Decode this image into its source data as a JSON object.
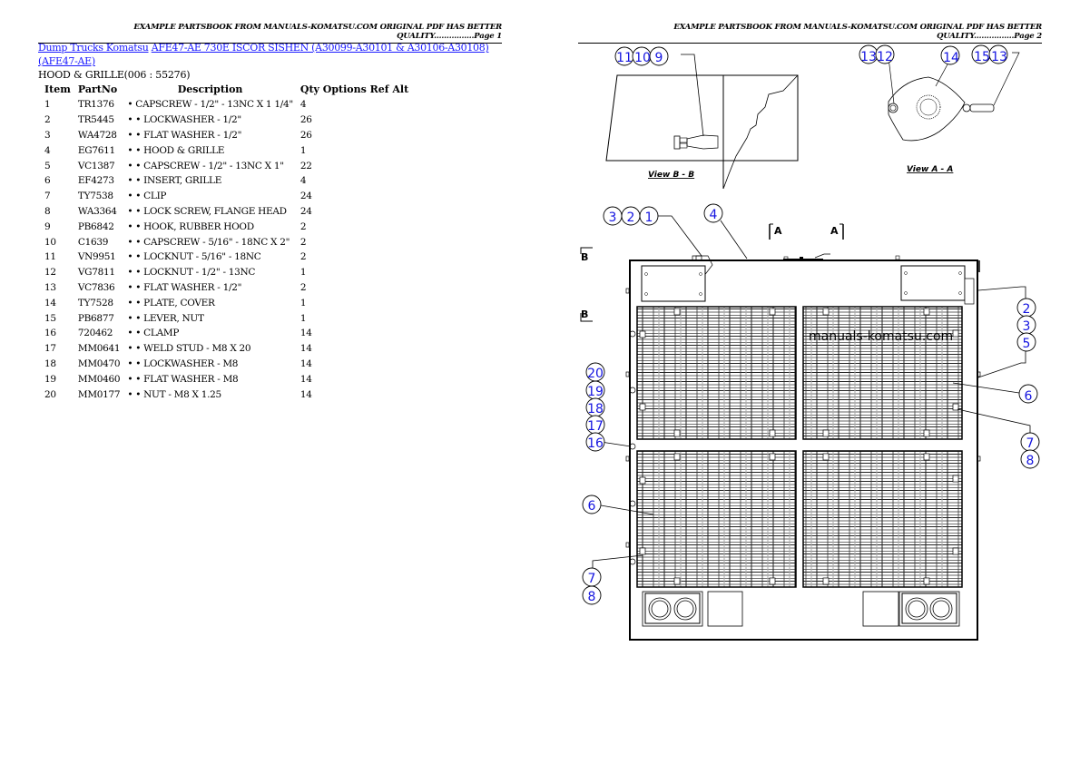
{
  "pages": [
    {
      "header": "EXAMPLE PARTSBOOK FROM MANUALS-KOMATSU.COM ORIGINAL PDF HAS BETTER QUALITY................Page 1"
    },
    {
      "header": "EXAMPLE PARTSBOOK FROM MANUALS-KOMATSU.COM ORIGINAL PDF HAS BETTER QUALITY................Page 2"
    }
  ],
  "breadcrumb": {
    "category_link": "Dump Trucks Komatsu",
    "model_link": "AFE47-AE 730E ISCOR SISHEN (A30099-A30101 & A30106-A30108)(AFE47-AE)"
  },
  "section_title": "HOOD & GRILLE(006 : 55276)",
  "table": {
    "headers": [
      "Item",
      "PartNo",
      "Description",
      "Qty Options Ref Alt"
    ],
    "rows": [
      {
        "item": "1",
        "part": "TR1376",
        "desc": "• CAPSCREW - 1/2\" - 13NC X 1 1/4\"",
        "qty": "4"
      },
      {
        "item": "2",
        "part": "TR5445",
        "desc": "• • LOCKWASHER - 1/2\"",
        "qty": "26"
      },
      {
        "item": "3",
        "part": "WA4728",
        "desc": "• • FLAT WASHER - 1/2\"",
        "qty": "26"
      },
      {
        "item": "4",
        "part": "EG7611",
        "desc": "• • HOOD & GRILLE",
        "qty": "1"
      },
      {
        "item": "5",
        "part": "VC1387",
        "desc": "• • CAPSCREW - 1/2\" - 13NC X 1\"",
        "qty": "22"
      },
      {
        "item": "6",
        "part": "EF4273",
        "desc": "• • INSERT, GRILLE",
        "qty": "4"
      },
      {
        "item": "7",
        "part": "TY7538",
        "desc": "• • CLIP",
        "qty": "24"
      },
      {
        "item": "8",
        "part": "WA3364",
        "desc": "• • LOCK SCREW, FLANGE HEAD",
        "qty": "24"
      },
      {
        "item": "9",
        "part": "PB6842",
        "desc": "• • HOOK, RUBBER HOOD",
        "qty": "2"
      },
      {
        "item": "10",
        "part": "C1639",
        "desc": "• • CAPSCREW - 5/16\" - 18NC X 2\"",
        "qty": "2"
      },
      {
        "item": "11",
        "part": "VN9951",
        "desc": "• • LOCKNUT - 5/16\" - 18NC",
        "qty": "2"
      },
      {
        "item": "12",
        "part": "VG7811",
        "desc": "• • LOCKNUT - 1/2\" - 13NC",
        "qty": "1"
      },
      {
        "item": "13",
        "part": "VC7836",
        "desc": "• • FLAT WASHER - 1/2\"",
        "qty": "2"
      },
      {
        "item": "14",
        "part": "TY7528",
        "desc": "• • PLATE, COVER",
        "qty": "1"
      },
      {
        "item": "15",
        "part": "PB6877",
        "desc": "• • LEVER, NUT",
        "qty": "1"
      },
      {
        "item": "16",
        "part": "720462",
        "desc": "• • CLAMP",
        "qty": "14"
      },
      {
        "item": "17",
        "part": "MM0641",
        "desc": "• • WELD STUD - M8 X 20",
        "qty": "14"
      },
      {
        "item": "18",
        "part": "MM0470",
        "desc": "• • LOCKWASHER - M8",
        "qty": "14"
      },
      {
        "item": "19",
        "part": "MM0460",
        "desc": "• • FLAT WASHER - M8",
        "qty": "14"
      },
      {
        "item": "20",
        "part": "MM0177",
        "desc": "• • NUT - M8 X 1.25",
        "qty": "14"
      }
    ]
  },
  "drawing": {
    "view_b_label": "View B - B",
    "view_a_label": "View A - A",
    "section_marker_a": "A",
    "section_marker_b": "B",
    "watermark": "manuals-komatsu.com",
    "callouts": {
      "c11": "11",
      "c10": "10",
      "c9": "9",
      "c13a": "13",
      "c12": "12",
      "c14": "14",
      "c15": "15",
      "c13b": "13",
      "c3a": "3",
      "c2a": "2",
      "c1": "1",
      "c4": "4",
      "c2b": "2",
      "c3b": "3",
      "c5": "5",
      "c6r": "6",
      "c7r": "7",
      "c8r": "8",
      "c20": "20",
      "c19": "19",
      "c18": "18",
      "c17": "17",
      "c16": "16",
      "c6l": "6",
      "c7l": "7",
      "c8l": "8"
    }
  },
  "colors": {
    "link": "#1a1aff",
    "callout_text": "#1515e0"
  }
}
